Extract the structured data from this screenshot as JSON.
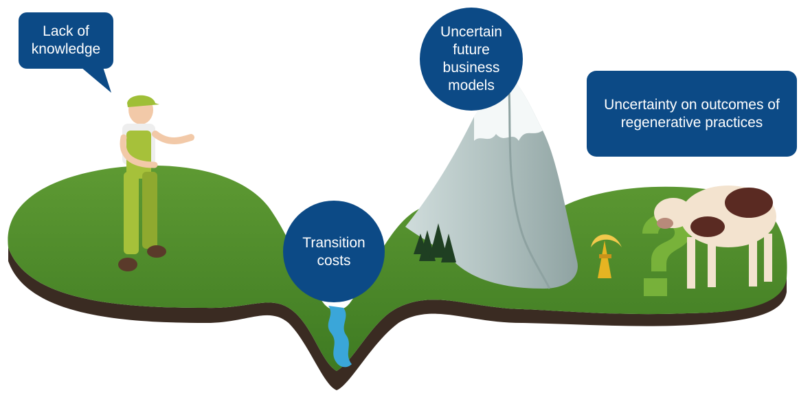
{
  "bubbles": {
    "knowledge": "Lack of\nknowledge",
    "business": "Uncertain\nfuture\nbusiness\nmodels",
    "transition": "Transition\ncosts",
    "outcomes": "Uncertainty on outcomes of\nregenerative practices"
  },
  "colors": {
    "bubble": "#0c4a86",
    "grass": "#4f8a2a",
    "soil": "#3a2b22",
    "water": "#3aa6d9",
    "mountain": "#b9c9c8"
  },
  "icons": [
    "farmer-icon",
    "mountain-icon",
    "cow-icon",
    "wheat-icon",
    "question-mark-icon",
    "trees-icon",
    "river-icon"
  ]
}
